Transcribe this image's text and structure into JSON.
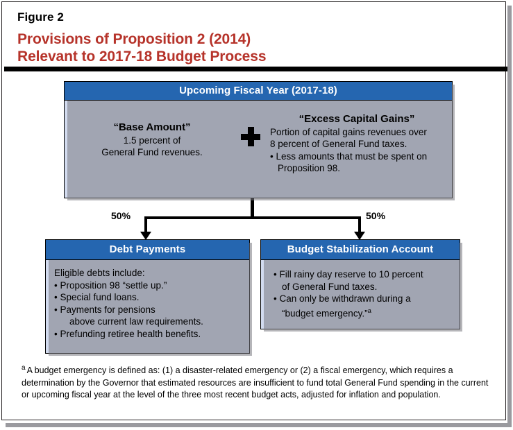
{
  "figure": {
    "label": "Figure 2",
    "title_line1": "Provisions of Proposition 2 (2014)",
    "title_line2": "Relevant to 2017-18 Budget Process",
    "title_color": "#b6332a",
    "accent_blue": "#2566b0",
    "box_fill": "#d2dbef"
  },
  "top_node": {
    "header": "Upcoming Fiscal Year (2017-18)",
    "left_column": {
      "heading": "“Base Amount”",
      "line1": "1.5 percent of",
      "line2": "General Fund revenues."
    },
    "operator": "plus-sign",
    "right_column": {
      "heading": "“Excess Capital Gains”",
      "line1": "Portion of capital gains revenues over",
      "line2": "8 percent of General Fund taxes.",
      "bullet1_line1": "• Less amounts that must be spent on",
      "bullet1_line2": "Proposition 98."
    }
  },
  "split": {
    "left_percent": "50%",
    "right_percent": "50%"
  },
  "debt_node": {
    "header": "Debt Payments",
    "intro": "Eligible debts include:",
    "bullets": [
      "• Proposition 98 “settle up.”",
      "• Special fund loans.",
      "• Payments for pensions",
      "above current law requirements.",
      "• Prefunding retiree health benefits."
    ]
  },
  "bsa_node": {
    "header": "Budget Stabilization Account",
    "bullet1_line1": "• Fill rainy day reserve to 10 percent",
    "bullet1_line2": "of General Fund taxes.",
    "bullet2_line1": "• Can only be withdrawn during a",
    "bullet2_line2": "“budget emergency.”",
    "bullet2_footnote_ref": "a"
  },
  "footnote": {
    "marker": "a",
    "text": "A budget emergency is defined as: (1) a disaster-related emergency or (2) a fiscal emergency, which requires a determination by the Governor that estimated resources are insufficient to fund total General Fund spending in the current or upcoming fiscal year at the level of the three most recent budget acts, adjusted for inflation and population."
  }
}
